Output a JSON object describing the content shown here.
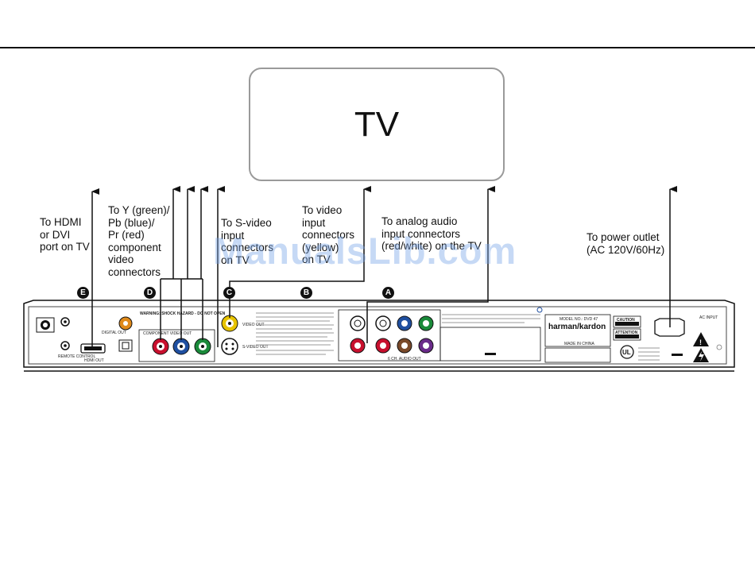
{
  "tv": {
    "label": "TV"
  },
  "labels": {
    "hdmi": "To HDMI\nor DVI\nport on TV",
    "component": "To Y (green)/\nPb (blue)/\nPr (red)\ncomponent\nvideo\nconnectors",
    "svideo": "To S-video\ninput\nconnectors\non TV",
    "video": "To video\ninput\nconnectors\n(yellow)\non TV",
    "audio": "To analog audio\ninput connectors\n(red/white) on the TV",
    "power": "To power outlet\n(AC 120V/60Hz)"
  },
  "badges": {
    "a": "A",
    "b": "B",
    "c": "C",
    "d": "D",
    "e": "E"
  },
  "watermark": "ManualsLib.com",
  "panel": {
    "brand": "harman/kardon",
    "model": "MODEL NO.: DVD 47",
    "made_in": "MADE IN CHINA",
    "caution": "CAUTION",
    "attention": "ATTENTION",
    "ac_input": "AC INPUT",
    "hdmi_out": "HDMI OUT",
    "component_out": "COMPONENT VIDEO OUT",
    "audio_out": "6 CH. AUDIO OUT",
    "warning": "WARNING: SHOCK HAZARD - DO NOT OPEN",
    "remote": "REMOTE CONTROL",
    "digital_out": "DIGITAL OUT",
    "video_out": "VIDEO OUT",
    "svideo_out": "S-VIDEO OUT"
  },
  "colors": {
    "tv_border": "#9a9a9a",
    "watermark": "#78a5e6",
    "red": "#c8102e",
    "green": "#1a8a3a",
    "blue": "#1f4fa0",
    "yellow": "#e8c400",
    "orange": "#e08a1a",
    "purple": "#6a2a8a",
    "brown": "#7a4a2a"
  }
}
